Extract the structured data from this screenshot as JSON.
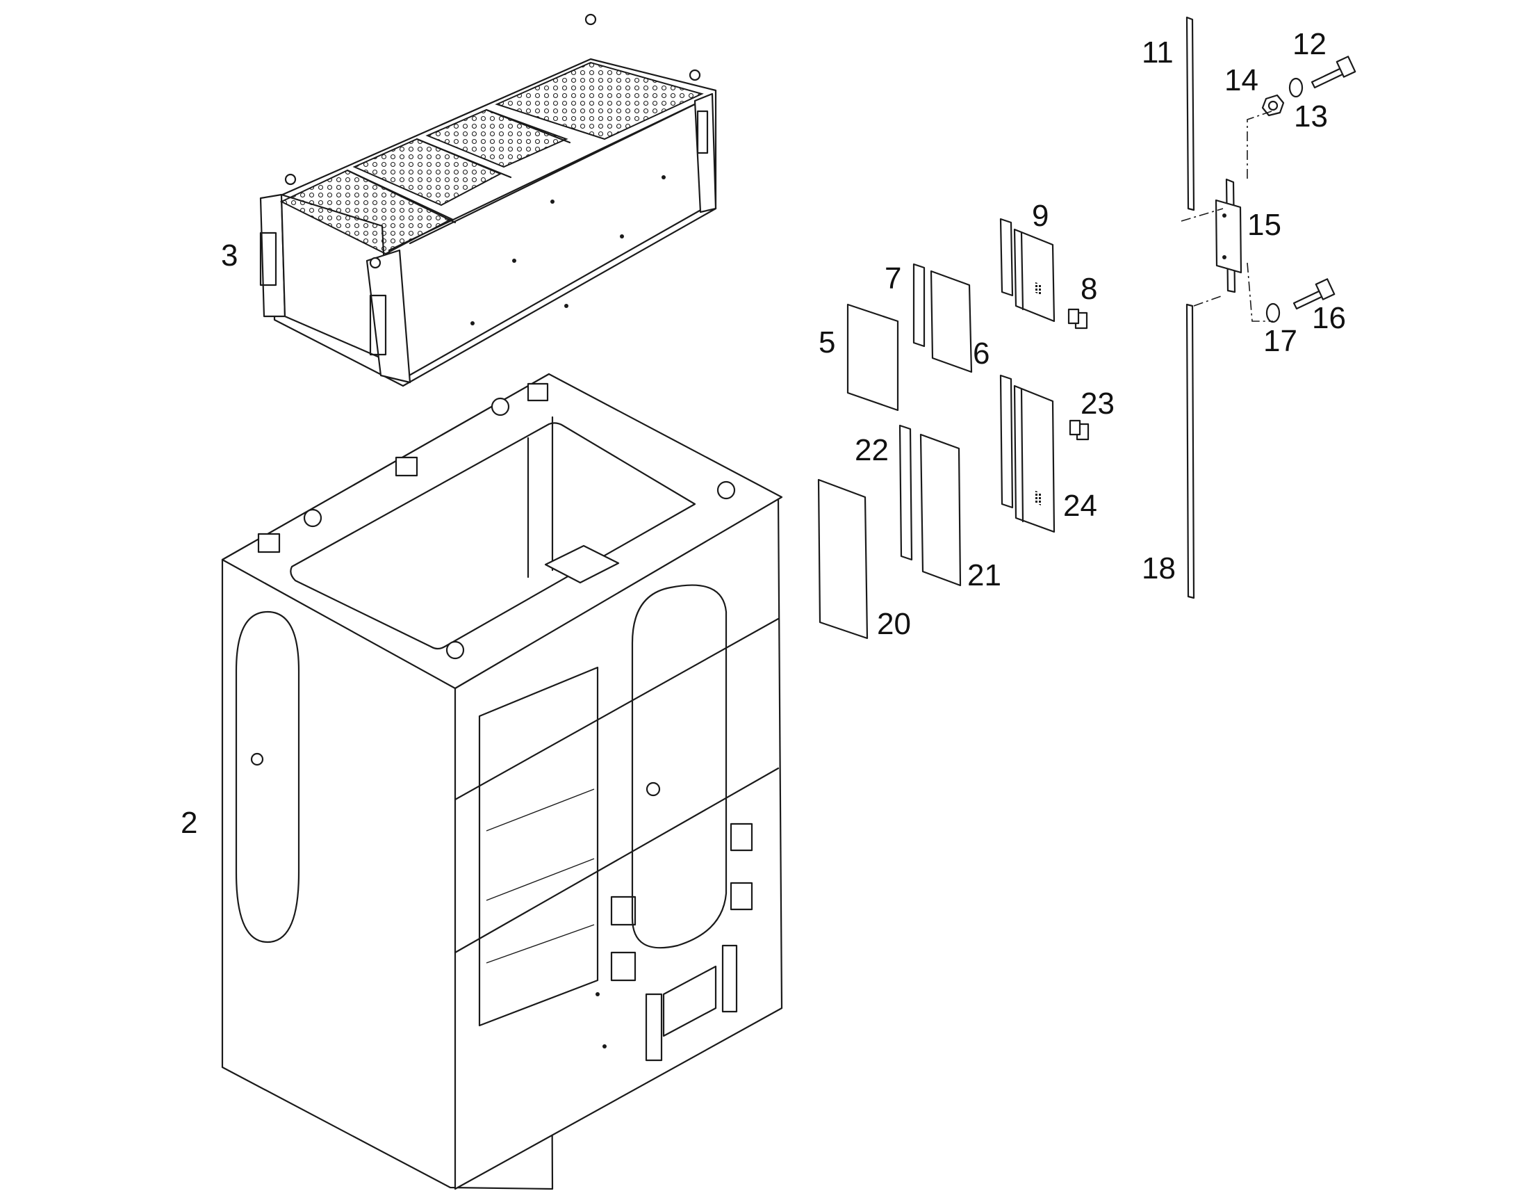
{
  "diagram": {
    "callouts": [
      {
        "id": "c2",
        "text": "2"
      },
      {
        "id": "c3",
        "text": "3"
      },
      {
        "id": "c5",
        "text": "5"
      },
      {
        "id": "c6",
        "text": "6"
      },
      {
        "id": "c7",
        "text": "7"
      },
      {
        "id": "c8",
        "text": "8"
      },
      {
        "id": "c9",
        "text": "9"
      },
      {
        "id": "c11",
        "text": "11"
      },
      {
        "id": "c12",
        "text": "12"
      },
      {
        "id": "c13",
        "text": "13"
      },
      {
        "id": "c14",
        "text": "14"
      },
      {
        "id": "c15",
        "text": "15"
      },
      {
        "id": "c16",
        "text": "16"
      },
      {
        "id": "c17",
        "text": "17"
      },
      {
        "id": "c18",
        "text": "18"
      },
      {
        "id": "c20",
        "text": "20"
      },
      {
        "id": "c21",
        "text": "21"
      },
      {
        "id": "c22",
        "text": "22"
      },
      {
        "id": "c23",
        "text": "23"
      },
      {
        "id": "c24",
        "text": "24"
      }
    ]
  }
}
